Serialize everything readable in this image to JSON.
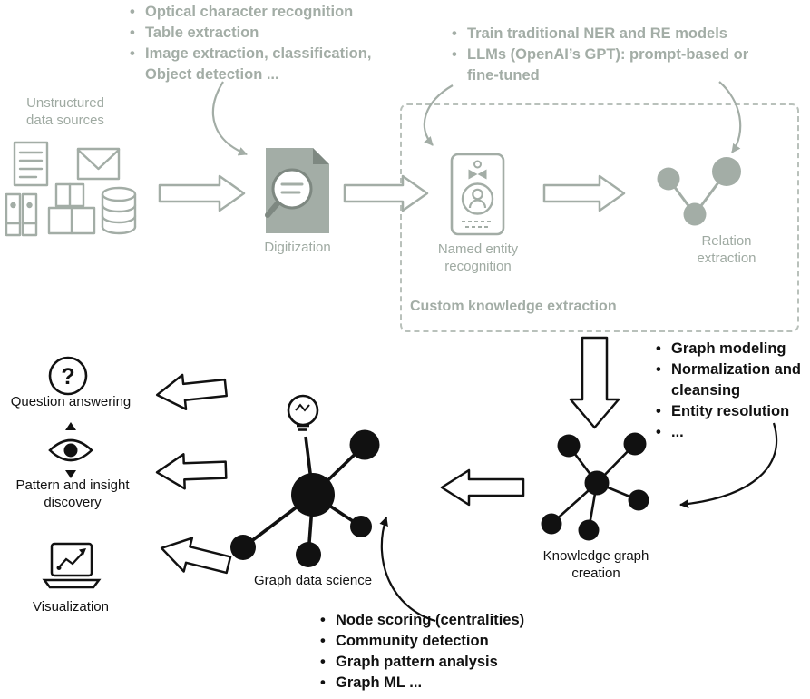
{
  "colors": {
    "gray": "#a3ada6",
    "gray_dark": "#7e8881",
    "black": "#111111"
  },
  "lists": {
    "digitization_methods": {
      "items": [
        "Optical character recognition",
        "Table extraction",
        "Image extraction, classification, Object detection ..."
      ]
    },
    "knowledge_extraction_methods": {
      "items": [
        "Train traditional NER and RE models",
        "LLMs (OpenAI’s GPT): prompt-based or fine-tuned"
      ]
    },
    "kg_creation_tasks": {
      "items": [
        "Graph modeling",
        "Normalization and cleansing",
        "Entity resolution",
        "..."
      ]
    },
    "graph_data_science_tasks": {
      "items": [
        "Node scoring (centralities)",
        "Community detection",
        "Graph pattern analysis",
        "Graph ML ..."
      ]
    }
  },
  "labels": {
    "unstructured_sources": "Unstructured data sources",
    "digitization": "Digitization",
    "named_entity_recognition": "Named entity recognition",
    "relation_extraction": "Relation extraction",
    "custom_knowledge_extraction": "Custom knowledge extraction",
    "knowledge_graph_creation": "Knowledge graph creation",
    "graph_data_science": "Graph data science",
    "question_answering": "Question answering",
    "pattern_insight_discovery": "Pattern and insight discovery",
    "visualization": "Visualization"
  },
  "icons": {
    "question_glyph": "?"
  }
}
